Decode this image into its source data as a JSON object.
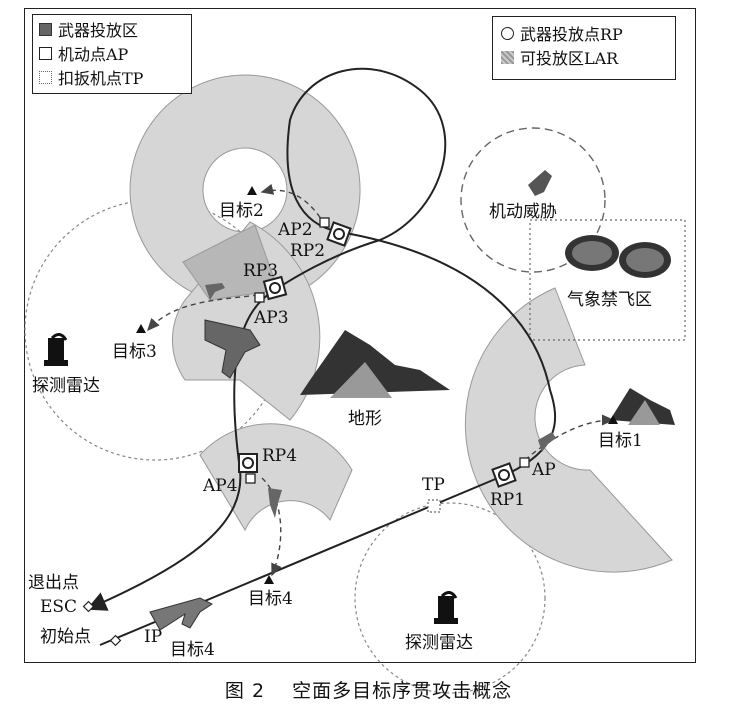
{
  "legend_left": {
    "items": [
      {
        "label": "武器投放区"
      },
      {
        "label": "机动点AP"
      },
      {
        "label": "扣扳机点TP"
      }
    ]
  },
  "legend_right": {
    "items": [
      {
        "label": "武器投放点RP"
      },
      {
        "label": "可投放区LAR"
      }
    ]
  },
  "labels": {
    "target2": "目标2",
    "target3": "目标3",
    "target1": "目标1",
    "target4": "目标4",
    "target4_ip": "目标4",
    "ap2": "AP2",
    "rp2": "RP2",
    "rp3": "RP3",
    "ap3": "AP3",
    "rp4": "RP4",
    "ap4": "AP4",
    "rp1": "RP1",
    "ap": "AP",
    "tp": "TP",
    "maneuver_threat": "机动威胁",
    "weather": "气象禁飞区",
    "terrain": "地形",
    "radar_left": "探测雷达",
    "radar_bottom": "探测雷达",
    "exit_point": "退出点",
    "esc": "ESC",
    "initial_point": "初始点",
    "ip": "IP"
  },
  "caption": "图 2　 空面多目标序贯攻击概念",
  "colors": {
    "lar_fill": "#d9d9d9",
    "dark_zone": "#666666",
    "line": "#222222",
    "dashed": "#555555"
  }
}
